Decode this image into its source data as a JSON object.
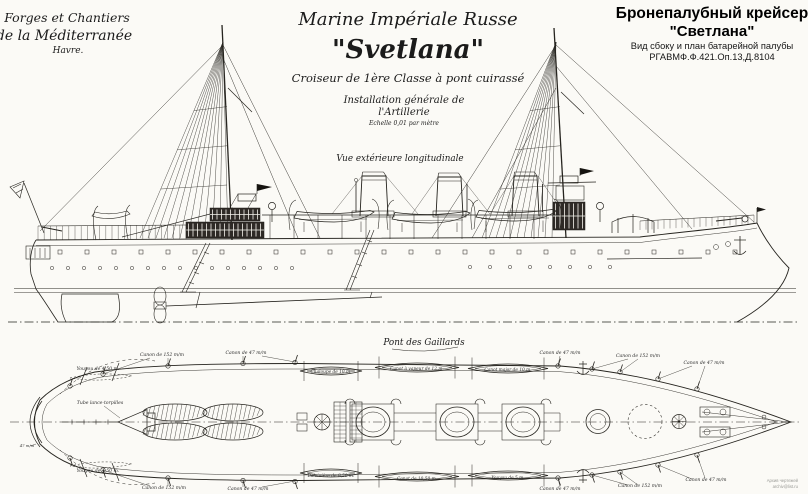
{
  "colors": {
    "paper": "#fbfaf6",
    "ink": "#26241f",
    "archive_text": "#000000",
    "watermark": "#9a9a96"
  },
  "publisher": {
    "line1": "Forges et Chantiers",
    "line2": "de la Méditerranée",
    "line3": "Havre."
  },
  "title": {
    "nation": "Marine Impériale Russe",
    "ship": "\"Svetlana\"",
    "classe": "Croiseur de 1ère Classe à pont cuirassé",
    "install1": "Installation générale de",
    "install2": "l'Artillerie",
    "scale": "Echelle 0,01 par mètre"
  },
  "archive": {
    "line1": "Бронепалубный крейсер",
    "line2": "\"Светлана\"",
    "line3": "Вид сбоку и план батарейной палубы",
    "line4": "РГАВМФ.Ф.421.Оп.13,Д.8104"
  },
  "side_view": {
    "caption": "Vue extérieure longitudinale"
  },
  "plan": {
    "caption": "Pont des Gaillards",
    "labels": [
      "Youyou de 4,50 m.",
      "Canon de 152 m/m",
      "Canon de 47 m/m",
      "Canon de 47 m/m",
      "Canon de 152 m/m",
      "Canon de 47 m/m",
      "Youyou de 4,50 m.",
      "Canon de 152 m/m",
      "Canon de 47 m/m",
      "Canon de 47 m/m",
      "Canon de 152 m/m",
      "Canon de 47 m/m",
      "47 m/m",
      "Tube lance-torpilles"
    ],
    "boat_labels": [
      "Chaloupe de 10 m.",
      "Canot à vapeur de 12 m.",
      "Canot major de 10 m.",
      "Baleinière de 8,50 m.",
      "Canot de 10,50 m.",
      "Youyou de 5 m."
    ]
  },
  "watermark": {
    "line1": "Архив чертежей",
    "line2": "archiv@list.ru"
  }
}
